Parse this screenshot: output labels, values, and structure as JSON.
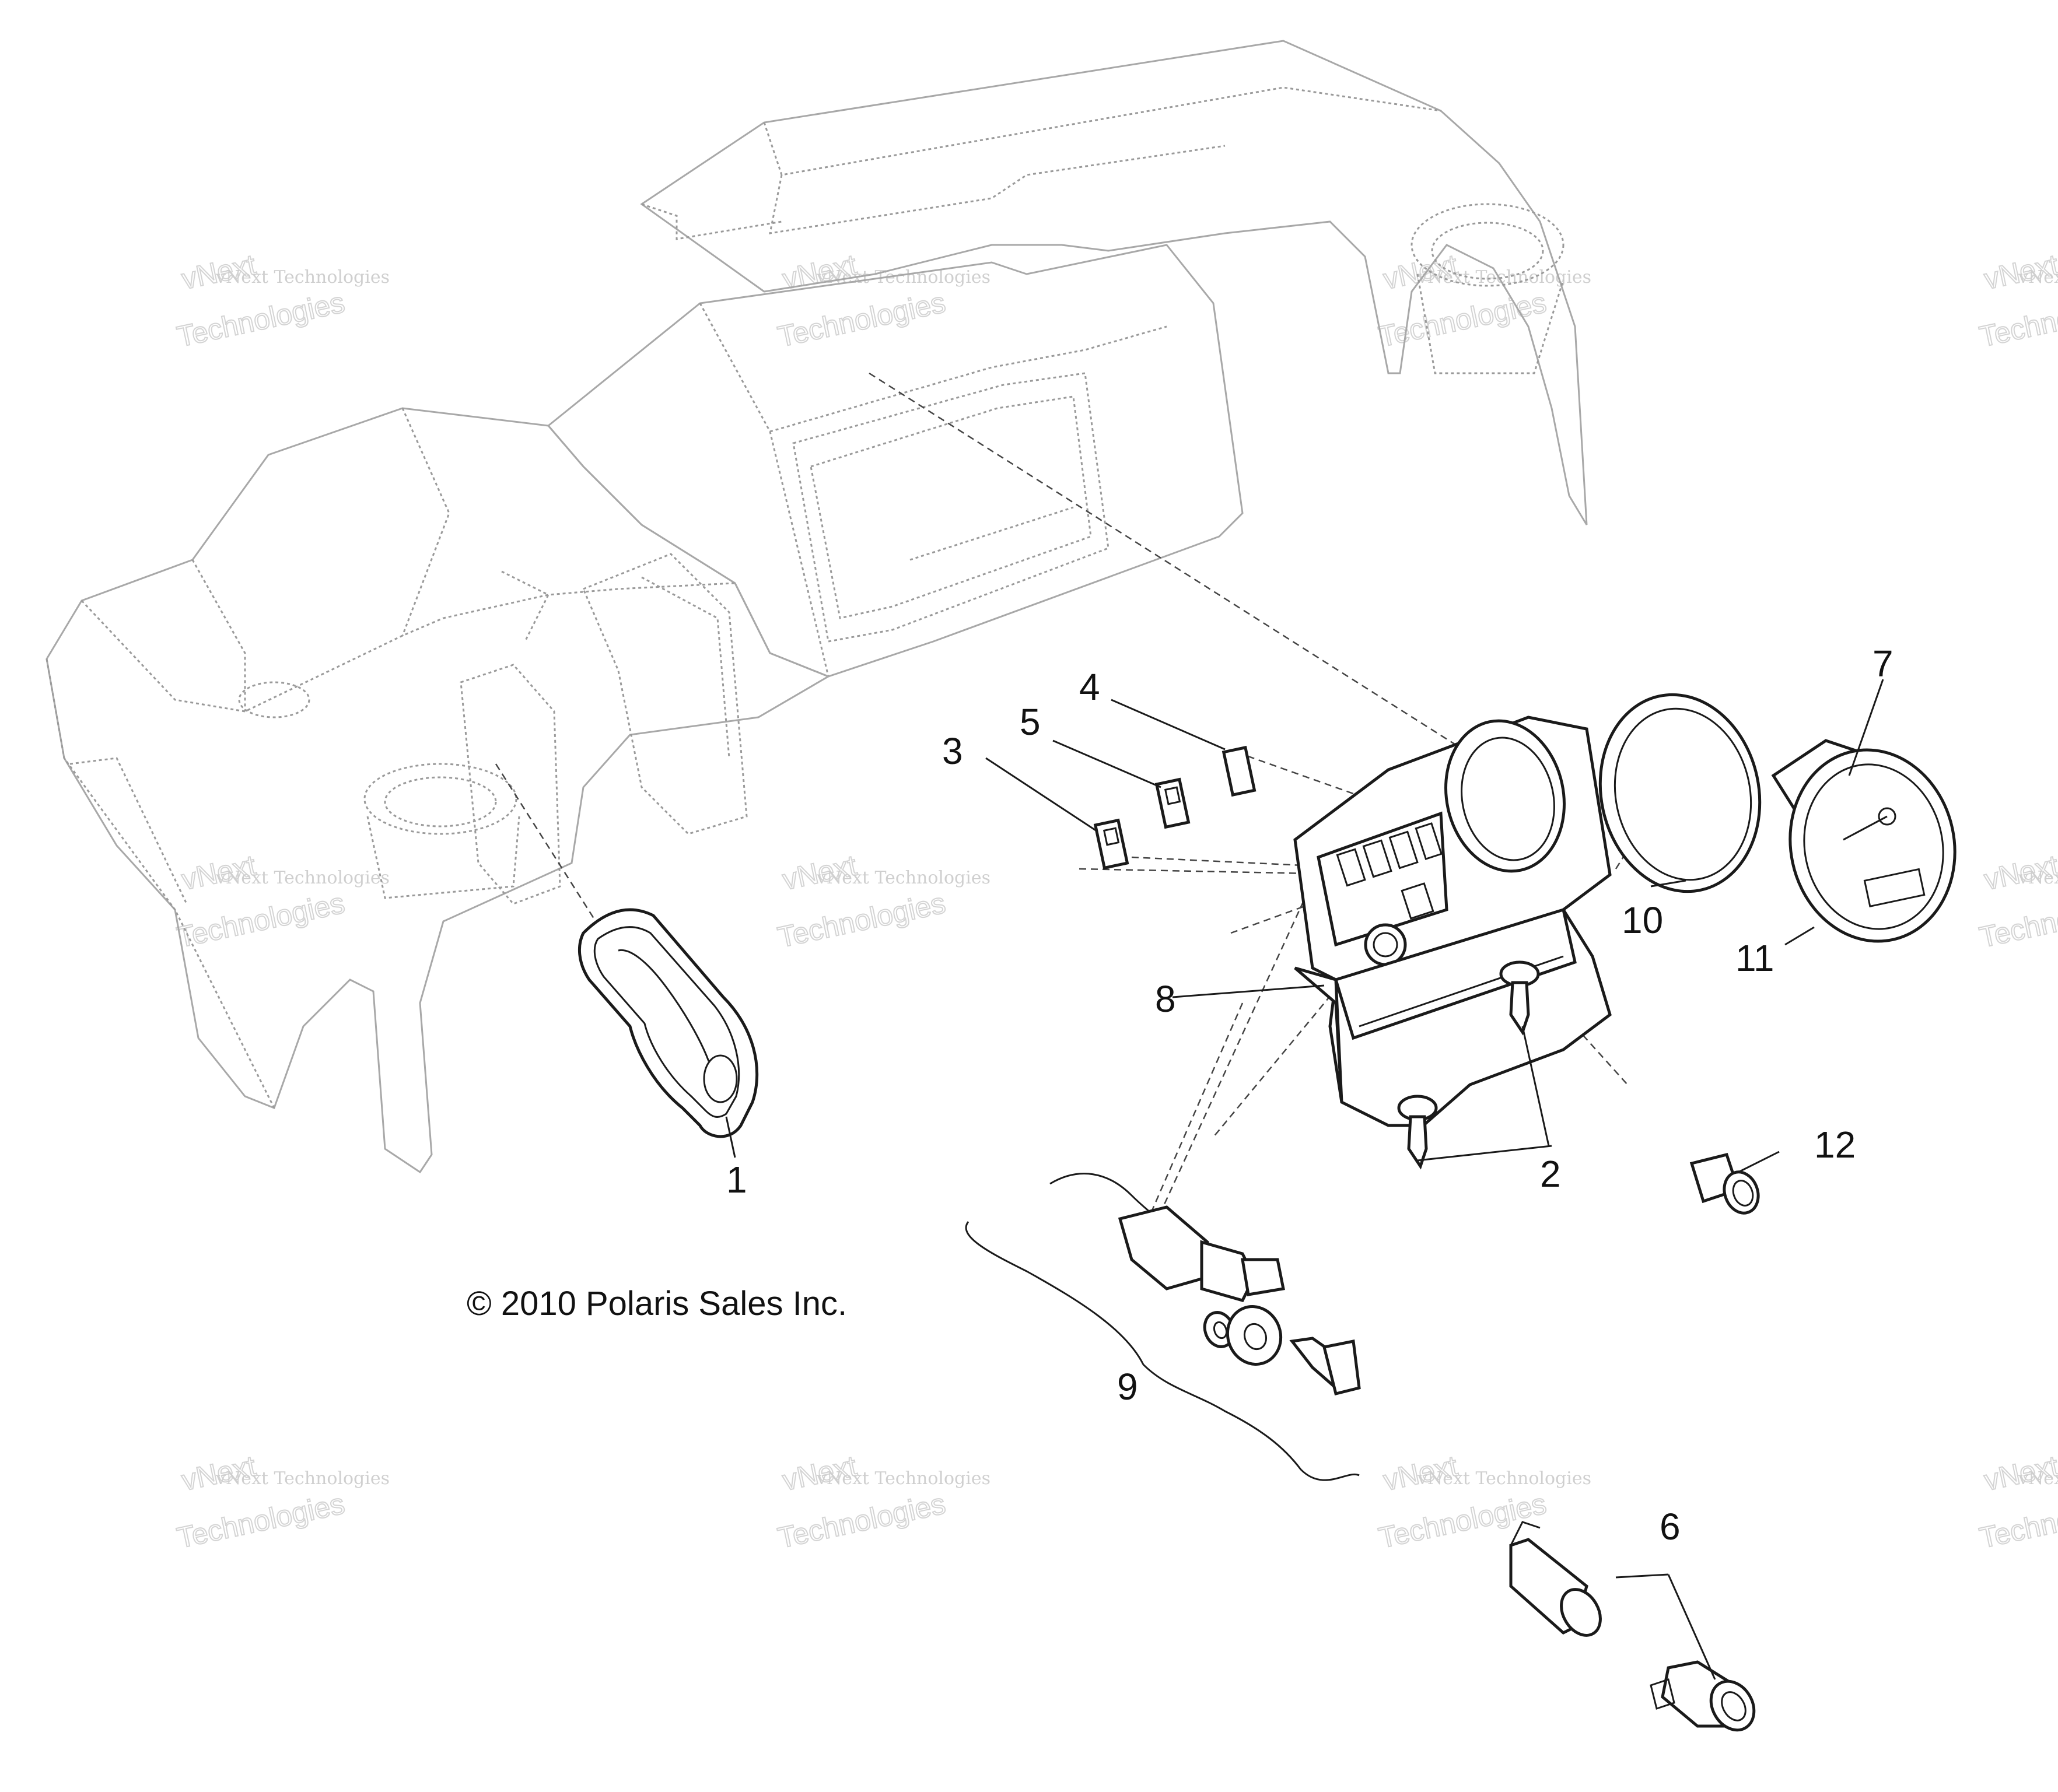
{
  "diagram": {
    "copyright": "© 2010 Polaris Sales Inc.",
    "watermark": {
      "line1": "vNext",
      "line2": "vNext Technologies",
      "line3": "Technologies"
    },
    "callouts": [
      {
        "id": "1",
        "label": "1"
      },
      {
        "id": "2",
        "label": "2"
      },
      {
        "id": "3",
        "label": "3"
      },
      {
        "id": "4",
        "label": "4"
      },
      {
        "id": "5",
        "label": "5"
      },
      {
        "id": "6",
        "label": "6"
      },
      {
        "id": "7",
        "label": "7"
      },
      {
        "id": "8",
        "label": "8"
      },
      {
        "id": "9",
        "label": "9"
      },
      {
        "id": "10",
        "label": "10"
      },
      {
        "id": "11",
        "label": "11"
      },
      {
        "id": "12",
        "label": "12"
      }
    ],
    "colors": {
      "ink": "#1a1a1a",
      "ghost": "#9a9a9a",
      "watermark": "#cfcfcf",
      "background": "#ffffff"
    }
  }
}
